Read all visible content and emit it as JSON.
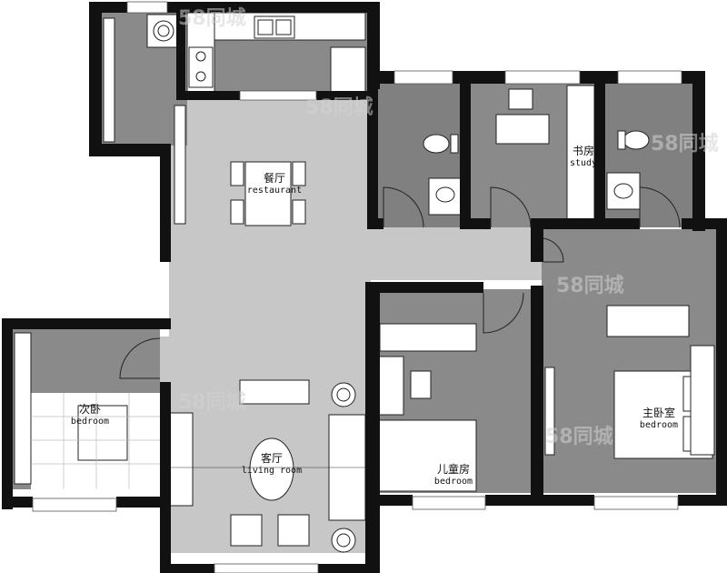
{
  "rooms": {
    "restaurant": {
      "cn": "餐厅",
      "en": "restaurant"
    },
    "study": {
      "cn": "书房",
      "en": "study"
    },
    "second_bedroom": {
      "cn": "次卧",
      "en": "bedroom"
    },
    "living_room": {
      "cn": "客厅",
      "en": "living room"
    },
    "kids_room": {
      "cn": "儿童房",
      "en": "bedroom"
    },
    "master_bedroom": {
      "cn": "主卧室",
      "en": "bedroom"
    }
  },
  "watermark": {
    "text": "58同城"
  },
  "colors": {
    "wall": "#111111",
    "public_floor": "#c7c7c7",
    "room_floor": "#8a8a8a",
    "wet_floor": "#808080",
    "furniture": "#ffffff",
    "outline": "#222222"
  }
}
